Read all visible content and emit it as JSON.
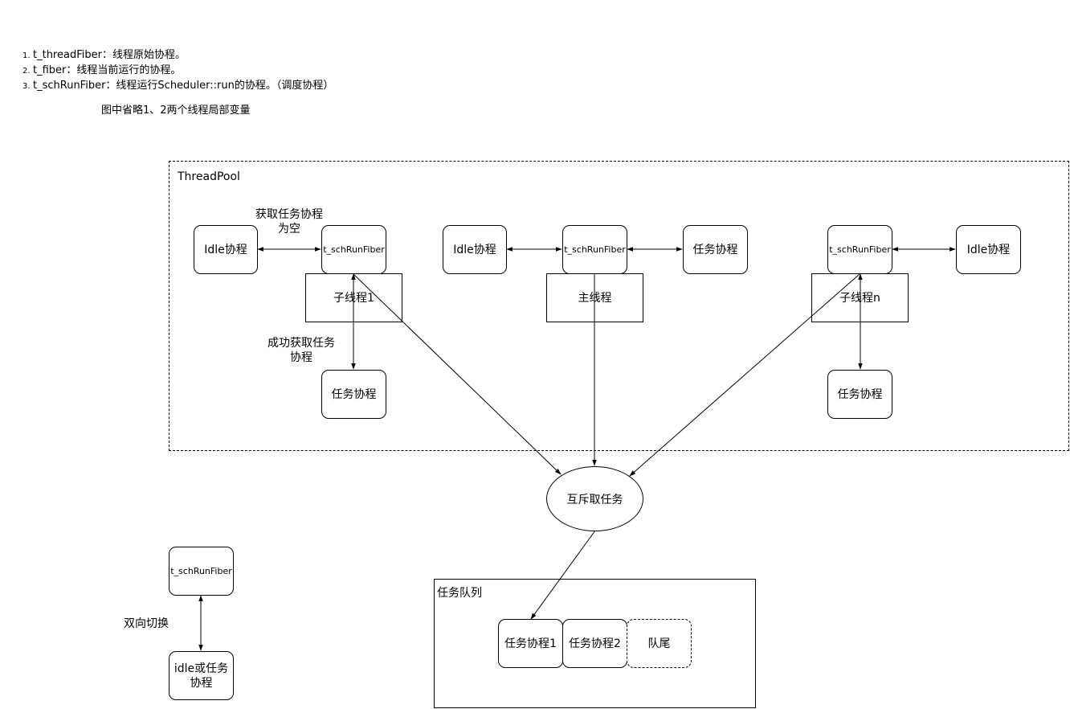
{
  "notes": [
    {
      "num": "1.",
      "text": "t_threadFiber：线程原始协程。"
    },
    {
      "num": "2.",
      "text": "t_fiber：线程当前运行的协程。"
    },
    {
      "num": "3.",
      "text": "t_schRunFiber：线程运行Scheduler::run的协程。（调度协程）"
    }
  ],
  "caption": "图中省略1、2两个线程局部变量",
  "threadpool": {
    "label": "ThreadPool",
    "left_group": {
      "idle": "Idle协程",
      "sched": "t_schRunFiber",
      "thread": "子线程1",
      "task": "任务协程",
      "label_empty": [
        "获取任务协程",
        "为空"
      ],
      "label_success": [
        "成功获取任务",
        "协程"
      ]
    },
    "middle_group": {
      "idle": "Idle协程",
      "sched": "t_schRunFiber",
      "task": "任务协程",
      "thread": "主线程"
    },
    "right_group": {
      "sched": "t_schRunFiber",
      "idle": "Idle协程",
      "thread": "子线程n",
      "task": "任务协程"
    }
  },
  "mutex": "互斥取任务",
  "queue": {
    "label": "任务队列",
    "items": [
      "任务协程1",
      "任务协程2"
    ],
    "tail": "队尾"
  },
  "legend": {
    "sched": "t_schRunFiber",
    "switch_label": "双向切换",
    "target": [
      "idle或任务",
      "协程"
    ]
  }
}
